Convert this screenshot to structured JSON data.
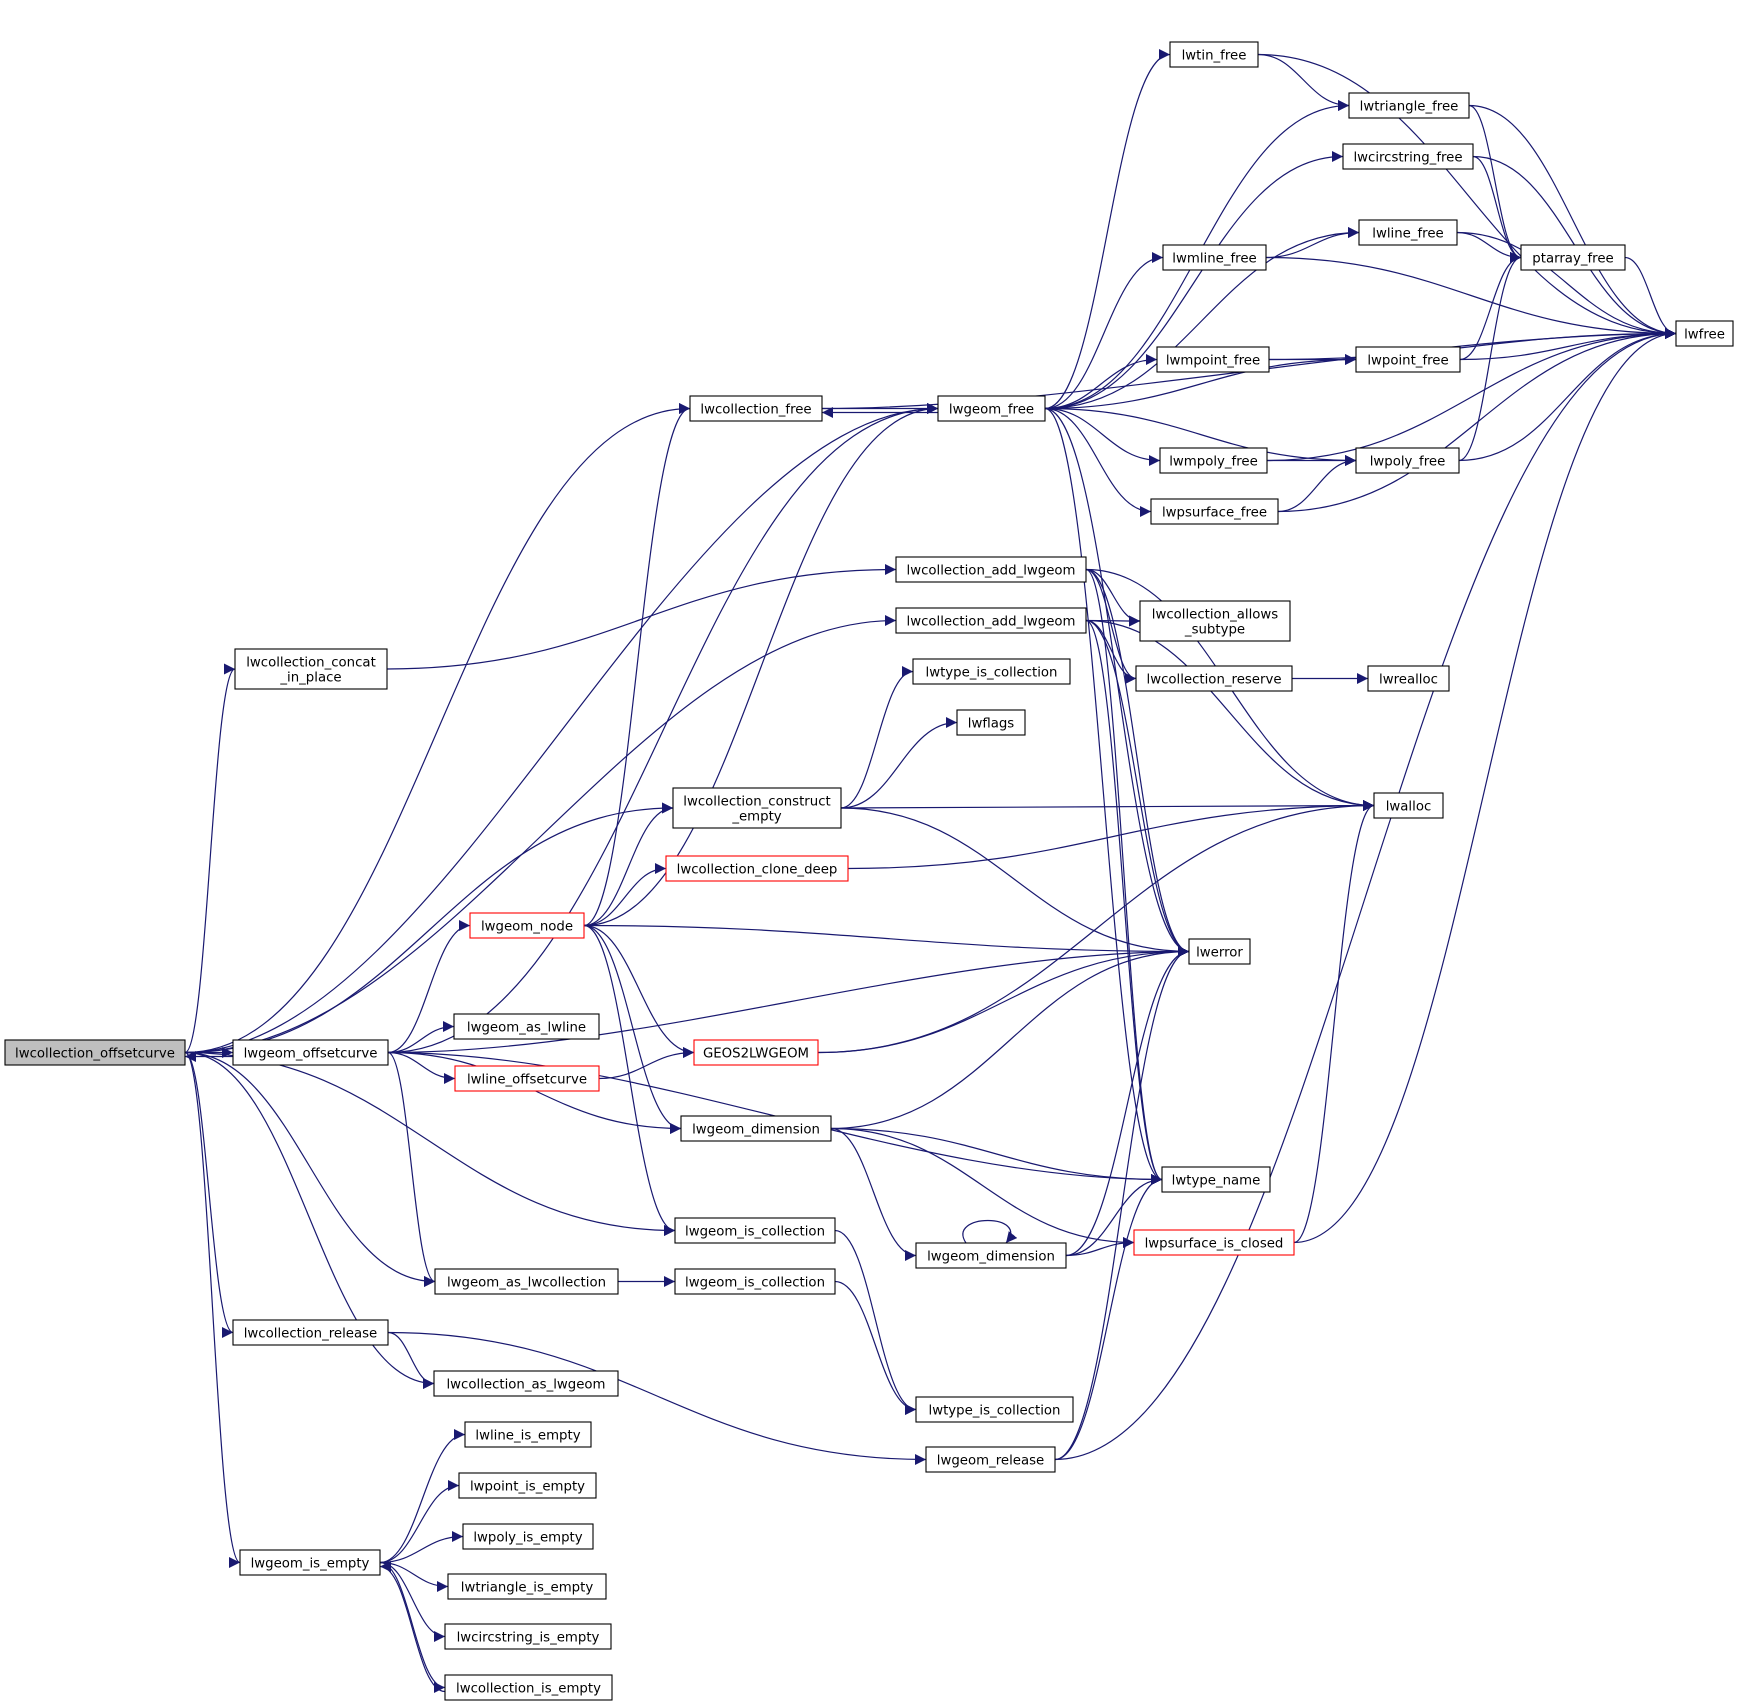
{
  "graph": {
    "edge_color": "#191970",
    "node_border_color": "#000000",
    "truncated_node_border_color": "#ff0000",
    "root_fill_color": "#bfbfbf",
    "nodes": [
      {
        "id": "lwcollection_offsetcurve",
        "lines": [
          "lwcollection_offsetcurve"
        ],
        "root": true
      },
      {
        "id": "lwcollection_free",
        "lines": [
          "lwcollection_free"
        ]
      },
      {
        "id": "lwgeom_free",
        "lines": [
          "lwgeom_free"
        ]
      },
      {
        "id": "lwtin_free",
        "lines": [
          "lwtin_free"
        ]
      },
      {
        "id": "lwtriangle_free",
        "lines": [
          "lwtriangle_free"
        ]
      },
      {
        "id": "lwcircstring_free",
        "lines": [
          "lwcircstring_free"
        ]
      },
      {
        "id": "lwline_free",
        "lines": [
          "lwline_free"
        ]
      },
      {
        "id": "lwmline_free",
        "lines": [
          "lwmline_free"
        ]
      },
      {
        "id": "ptarray_free",
        "lines": [
          "ptarray_free"
        ]
      },
      {
        "id": "lwfree",
        "lines": [
          "lwfree"
        ]
      },
      {
        "id": "lwmpoint_free",
        "lines": [
          "lwmpoint_free"
        ]
      },
      {
        "id": "lwpoint_free",
        "lines": [
          "lwpoint_free"
        ]
      },
      {
        "id": "lwmpoly_free",
        "lines": [
          "lwmpoly_free"
        ]
      },
      {
        "id": "lwpoly_free",
        "lines": [
          "lwpoly_free"
        ]
      },
      {
        "id": "lwpsurface_free",
        "lines": [
          "lwpsurface_free"
        ]
      },
      {
        "id": "lwcollection_add_lwgeom_1",
        "lines": [
          "lwcollection_add_lwgeom"
        ]
      },
      {
        "id": "lwcollection_add_lwgeom_2",
        "lines": [
          "lwcollection_add_lwgeom"
        ]
      },
      {
        "id": "lwcollection_allows_subtype",
        "lines": [
          "lwcollection_allows",
          "_subtype"
        ]
      },
      {
        "id": "lwcollection_reserve",
        "lines": [
          "lwcollection_reserve"
        ]
      },
      {
        "id": "lwrealloc",
        "lines": [
          "lwrealloc"
        ]
      },
      {
        "id": "lwcollection_concat_in_place",
        "lines": [
          "lwcollection_concat",
          "_in_place"
        ]
      },
      {
        "id": "lwtype_is_collection_1",
        "lines": [
          "lwtype_is_collection"
        ]
      },
      {
        "id": "lwflags",
        "lines": [
          "lwflags"
        ]
      },
      {
        "id": "lwcollection_construct_empty",
        "lines": [
          "lwcollection_construct",
          "_empty"
        ]
      },
      {
        "id": "lwalloc",
        "lines": [
          "lwalloc"
        ]
      },
      {
        "id": "lwcollection_clone_deep",
        "lines": [
          "lwcollection_clone_deep"
        ],
        "red": true
      },
      {
        "id": "lwgeom_node",
        "lines": [
          "lwgeom_node"
        ],
        "red": true
      },
      {
        "id": "lwerror",
        "lines": [
          "lwerror"
        ]
      },
      {
        "id": "lwgeom_offsetcurve",
        "lines": [
          "lwgeom_offsetcurve"
        ]
      },
      {
        "id": "lwgeom_as_lwline",
        "lines": [
          "lwgeom_as_lwline"
        ]
      },
      {
        "id": "GEOS2LWGEOM",
        "lines": [
          "GEOS2LWGEOM"
        ],
        "red": true
      },
      {
        "id": "lwline_offsetcurve",
        "lines": [
          "lwline_offsetcurve"
        ],
        "red": true
      },
      {
        "id": "lwgeom_dimension_1",
        "lines": [
          "lwgeom_dimension"
        ]
      },
      {
        "id": "lwtype_name",
        "lines": [
          "lwtype_name"
        ]
      },
      {
        "id": "lwgeom_is_collection_1",
        "lines": [
          "lwgeom_is_collection"
        ]
      },
      {
        "id": "lwgeom_dimension_2",
        "lines": [
          "lwgeom_dimension"
        ]
      },
      {
        "id": "lwpsurface_is_closed",
        "lines": [
          "lwpsurface_is_closed"
        ],
        "red": true
      },
      {
        "id": "lwgeom_as_lwcollection",
        "lines": [
          "lwgeom_as_lwcollection"
        ]
      },
      {
        "id": "lwgeom_is_collection_2",
        "lines": [
          "lwgeom_is_collection"
        ]
      },
      {
        "id": "lwcollection_release",
        "lines": [
          "lwcollection_release"
        ]
      },
      {
        "id": "lwcollection_as_lwgeom",
        "lines": [
          "lwcollection_as_lwgeom"
        ]
      },
      {
        "id": "lwtype_is_collection_2",
        "lines": [
          "lwtype_is_collection"
        ]
      },
      {
        "id": "lwgeom_release",
        "lines": [
          "lwgeom_release"
        ]
      },
      {
        "id": "lwline_is_empty",
        "lines": [
          "lwline_is_empty"
        ]
      },
      {
        "id": "lwpoint_is_empty",
        "lines": [
          "lwpoint_is_empty"
        ]
      },
      {
        "id": "lwpoly_is_empty",
        "lines": [
          "lwpoly_is_empty"
        ]
      },
      {
        "id": "lwgeom_is_empty",
        "lines": [
          "lwgeom_is_empty"
        ]
      },
      {
        "id": "lwtriangle_is_empty",
        "lines": [
          "lwtriangle_is_empty"
        ]
      },
      {
        "id": "lwcircstring_is_empty",
        "lines": [
          "lwcircstring_is_empty"
        ]
      },
      {
        "id": "lwcollection_is_empty",
        "lines": [
          "lwcollection_is_empty"
        ]
      }
    ],
    "edges": [
      [
        "lwcollection_offsetcurve",
        "lwcollection_free"
      ],
      [
        "lwcollection_offsetcurve",
        "lwgeom_free"
      ],
      [
        "lwcollection_offsetcurve",
        "lwcollection_concat_in_place"
      ],
      [
        "lwcollection_offsetcurve",
        "lwcollection_add_lwgeom_2"
      ],
      [
        "lwcollection_offsetcurve",
        "lwcollection_construct_empty"
      ],
      [
        "lwcollection_offsetcurve",
        "lwgeom_offsetcurve"
      ],
      [
        "lwcollection_offsetcurve",
        "lwgeom_is_collection_1"
      ],
      [
        "lwcollection_offsetcurve",
        "lwgeom_as_lwcollection"
      ],
      [
        "lwcollection_offsetcurve",
        "lwcollection_release"
      ],
      [
        "lwcollection_offsetcurve",
        "lwcollection_as_lwgeom"
      ],
      [
        "lwcollection_offsetcurve",
        "lwgeom_is_empty"
      ],
      [
        "lwcollection_free",
        "lwgeom_free"
      ],
      [
        "lwcollection_free",
        "lwfree"
      ],
      [
        "lwgeom_free",
        "lwcollection_free"
      ],
      [
        "lwgeom_free",
        "lwtin_free"
      ],
      [
        "lwgeom_free",
        "lwtriangle_free"
      ],
      [
        "lwgeom_free",
        "lwcircstring_free"
      ],
      [
        "lwgeom_free",
        "lwline_free"
      ],
      [
        "lwgeom_free",
        "lwmline_free"
      ],
      [
        "lwgeom_free",
        "lwmpoint_free"
      ],
      [
        "lwgeom_free",
        "lwpoint_free"
      ],
      [
        "lwgeom_free",
        "lwmpoly_free"
      ],
      [
        "lwgeom_free",
        "lwpoly_free"
      ],
      [
        "lwgeom_free",
        "lwpsurface_free"
      ],
      [
        "lwgeom_free",
        "lwerror"
      ],
      [
        "lwgeom_free",
        "lwtype_name"
      ],
      [
        "lwtin_free",
        "lwtriangle_free"
      ],
      [
        "lwtin_free",
        "lwfree"
      ],
      [
        "lwtriangle_free",
        "ptarray_free"
      ],
      [
        "lwtriangle_free",
        "lwfree"
      ],
      [
        "lwcircstring_free",
        "ptarray_free"
      ],
      [
        "lwcircstring_free",
        "lwfree"
      ],
      [
        "lwline_free",
        "ptarray_free"
      ],
      [
        "lwline_free",
        "lwfree"
      ],
      [
        "lwmline_free",
        "lwline_free"
      ],
      [
        "lwmline_free",
        "lwfree"
      ],
      [
        "ptarray_free",
        "lwfree"
      ],
      [
        "lwmpoint_free",
        "lwpoint_free"
      ],
      [
        "lwmpoint_free",
        "lwfree"
      ],
      [
        "lwpoint_free",
        "ptarray_free"
      ],
      [
        "lwpoint_free",
        "lwfree"
      ],
      [
        "lwmpoly_free",
        "lwpoly_free"
      ],
      [
        "lwmpoly_free",
        "lwfree"
      ],
      [
        "lwpoly_free",
        "ptarray_free"
      ],
      [
        "lwpoly_free",
        "lwfree"
      ],
      [
        "lwpsurface_free",
        "lwpoly_free"
      ],
      [
        "lwpsurface_free",
        "lwfree"
      ],
      [
        "lwcollection_add_lwgeom_1",
        "lwcollection_allows_subtype"
      ],
      [
        "lwcollection_add_lwgeom_1",
        "lwcollection_reserve"
      ],
      [
        "lwcollection_add_lwgeom_1",
        "lwalloc"
      ],
      [
        "lwcollection_add_lwgeom_1",
        "lwerror"
      ],
      [
        "lwcollection_add_lwgeom_1",
        "lwtype_name"
      ],
      [
        "lwcollection_add_lwgeom_2",
        "lwcollection_allows_subtype"
      ],
      [
        "lwcollection_add_lwgeom_2",
        "lwcollection_reserve"
      ],
      [
        "lwcollection_add_lwgeom_2",
        "lwalloc"
      ],
      [
        "lwcollection_add_lwgeom_2",
        "lwerror"
      ],
      [
        "lwcollection_add_lwgeom_2",
        "lwtype_name"
      ],
      [
        "lwcollection_reserve",
        "lwrealloc"
      ],
      [
        "lwcollection_concat_in_place",
        "lwcollection_add_lwgeom_1"
      ],
      [
        "lwcollection_construct_empty",
        "lwtype_is_collection_1"
      ],
      [
        "lwcollection_construct_empty",
        "lwflags"
      ],
      [
        "lwcollection_construct_empty",
        "lwalloc"
      ],
      [
        "lwcollection_construct_empty",
        "lwerror"
      ],
      [
        "lwcollection_clone_deep",
        "lwalloc"
      ],
      [
        "lwgeom_node",
        "lwcollection_free"
      ],
      [
        "lwgeom_node",
        "lwgeom_free"
      ],
      [
        "lwgeom_node",
        "lwcollection_construct_empty"
      ],
      [
        "lwgeom_node",
        "lwcollection_clone_deep"
      ],
      [
        "lwgeom_node",
        "lwerror"
      ],
      [
        "lwgeom_node",
        "GEOS2LWGEOM"
      ],
      [
        "lwgeom_node",
        "lwgeom_dimension_1"
      ],
      [
        "lwgeom_node",
        "lwgeom_is_collection_1"
      ],
      [
        "lwgeom_offsetcurve",
        "lwcollection_offsetcurve"
      ],
      [
        "lwgeom_offsetcurve",
        "lwgeom_free"
      ],
      [
        "lwgeom_offsetcurve",
        "lwgeom_node"
      ],
      [
        "lwgeom_offsetcurve",
        "lwerror"
      ],
      [
        "lwgeom_offsetcurve",
        "lwgeom_as_lwline"
      ],
      [
        "lwgeom_offsetcurve",
        "lwline_offsetcurve"
      ],
      [
        "lwgeom_offsetcurve",
        "lwgeom_dimension_1"
      ],
      [
        "lwgeom_offsetcurve",
        "lwtype_name"
      ],
      [
        "lwgeom_offsetcurve",
        "lwgeom_as_lwcollection"
      ],
      [
        "lwline_offsetcurve",
        "GEOS2LWGEOM"
      ],
      [
        "GEOS2LWGEOM",
        "lwerror"
      ],
      [
        "GEOS2LWGEOM",
        "lwalloc"
      ],
      [
        "lwgeom_dimension_1",
        "lwerror"
      ],
      [
        "lwgeom_dimension_1",
        "lwtype_name"
      ],
      [
        "lwgeom_dimension_1",
        "lwgeom_dimension_2"
      ],
      [
        "lwgeom_dimension_1",
        "lwpsurface_is_closed"
      ],
      [
        "lwgeom_is_collection_1",
        "lwtype_is_collection_2"
      ],
      [
        "lwgeom_dimension_2",
        "lwgeom_dimension_2"
      ],
      [
        "lwgeom_dimension_2",
        "lwerror"
      ],
      [
        "lwgeom_dimension_2",
        "lwtype_name"
      ],
      [
        "lwgeom_dimension_2",
        "lwpsurface_is_closed"
      ],
      [
        "lwpsurface_is_closed",
        "lwalloc"
      ],
      [
        "lwpsurface_is_closed",
        "lwfree"
      ],
      [
        "lwgeom_as_lwcollection",
        "lwgeom_is_collection_2"
      ],
      [
        "lwgeom_is_collection_2",
        "lwtype_is_collection_2"
      ],
      [
        "lwcollection_release",
        "lwcollection_as_lwgeom"
      ],
      [
        "lwcollection_release",
        "lwgeom_release"
      ],
      [
        "lwgeom_release",
        "lwfree"
      ],
      [
        "lwgeom_release",
        "lwerror"
      ],
      [
        "lwgeom_release",
        "lwtype_name"
      ],
      [
        "lwgeom_is_empty",
        "lwline_is_empty"
      ],
      [
        "lwgeom_is_empty",
        "lwpoint_is_empty"
      ],
      [
        "lwgeom_is_empty",
        "lwpoly_is_empty"
      ],
      [
        "lwgeom_is_empty",
        "lwtriangle_is_empty"
      ],
      [
        "lwgeom_is_empty",
        "lwcircstring_is_empty"
      ],
      [
        "lwgeom_is_empty",
        "lwcollection_is_empty"
      ],
      [
        "lwcollection_is_empty",
        "lwgeom_is_empty"
      ]
    ]
  }
}
